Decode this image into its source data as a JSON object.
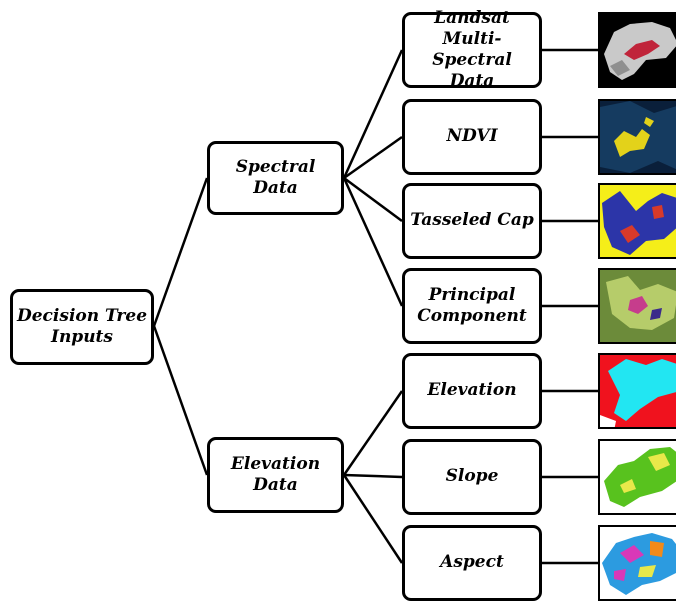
{
  "root": {
    "line1": "Decision Tree",
    "line2": "Inputs"
  },
  "groups": [
    {
      "line1": "Spectral Data",
      "line2": ""
    },
    {
      "line1": "Elevation",
      "line2": "Data"
    }
  ],
  "leaves": [
    {
      "line1": "Landsat Multi-",
      "line2": "Spectral Data",
      "thumbnail": "landsat-thumbnail"
    },
    {
      "line1": "NDVI",
      "line2": "",
      "thumbnail": "ndvi-thumbnail"
    },
    {
      "line1": "Tasseled Cap",
      "line2": "",
      "thumbnail": "tasseled-cap-thumbnail"
    },
    {
      "line1": "Principal",
      "line2": "Component",
      "thumbnail": "principal-component-thumbnail"
    },
    {
      "line1": "Elevation",
      "line2": "",
      "thumbnail": "elevation-thumbnail"
    },
    {
      "line1": "Slope",
      "line2": "",
      "thumbnail": "slope-thumbnail"
    },
    {
      "line1": "Aspect",
      "line2": "",
      "thumbnail": "aspect-thumbnail"
    }
  ],
  "colors": {
    "landsat": [
      "#000000",
      "#c9c9c9",
      "#c0243a"
    ],
    "ndvi": [
      "#0a1f3a",
      "#e3d21a",
      "#1d4f7a"
    ],
    "tasseled": [
      "#f5ee19",
      "#2c35a8",
      "#d83a2a"
    ],
    "principal": [
      "#6c8b3a",
      "#b6cc6a",
      "#c63d8c"
    ],
    "elevation": [
      "#f0121e",
      "#22e6f2",
      "#ffffff"
    ],
    "slope": [
      "#ffffff",
      "#58c21e",
      "#e8e84a"
    ],
    "aspect": [
      "#ffffff",
      "#d838b8",
      "#2c9be0"
    ]
  }
}
